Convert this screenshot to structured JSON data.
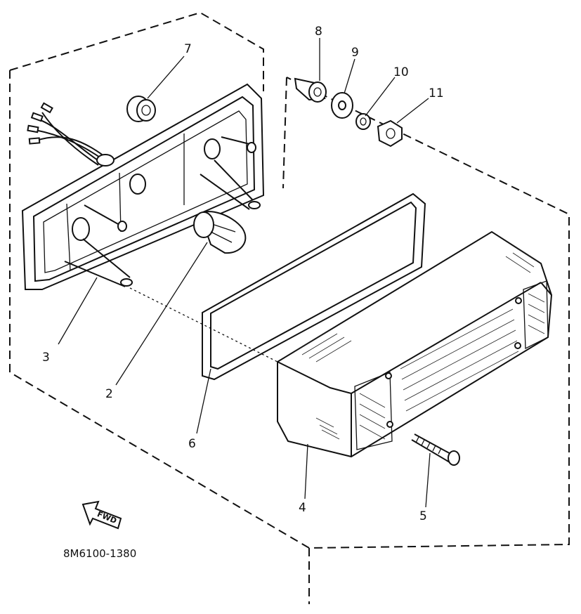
{
  "diagram": {
    "part_number": "8M6100-1380",
    "direction_badge": "FWD",
    "callouts": [
      {
        "id": "c1",
        "label": "2"
      },
      {
        "id": "c2",
        "label": "3"
      },
      {
        "id": "c3",
        "label": "4"
      },
      {
        "id": "c4",
        "label": "5"
      },
      {
        "id": "c5",
        "label": "6"
      },
      {
        "id": "c6",
        "label": "7"
      },
      {
        "id": "c7",
        "label": "8"
      },
      {
        "id": "c8",
        "label": "9"
      },
      {
        "id": "c9",
        "label": "10"
      },
      {
        "id": "c10",
        "label": "11"
      }
    ]
  }
}
